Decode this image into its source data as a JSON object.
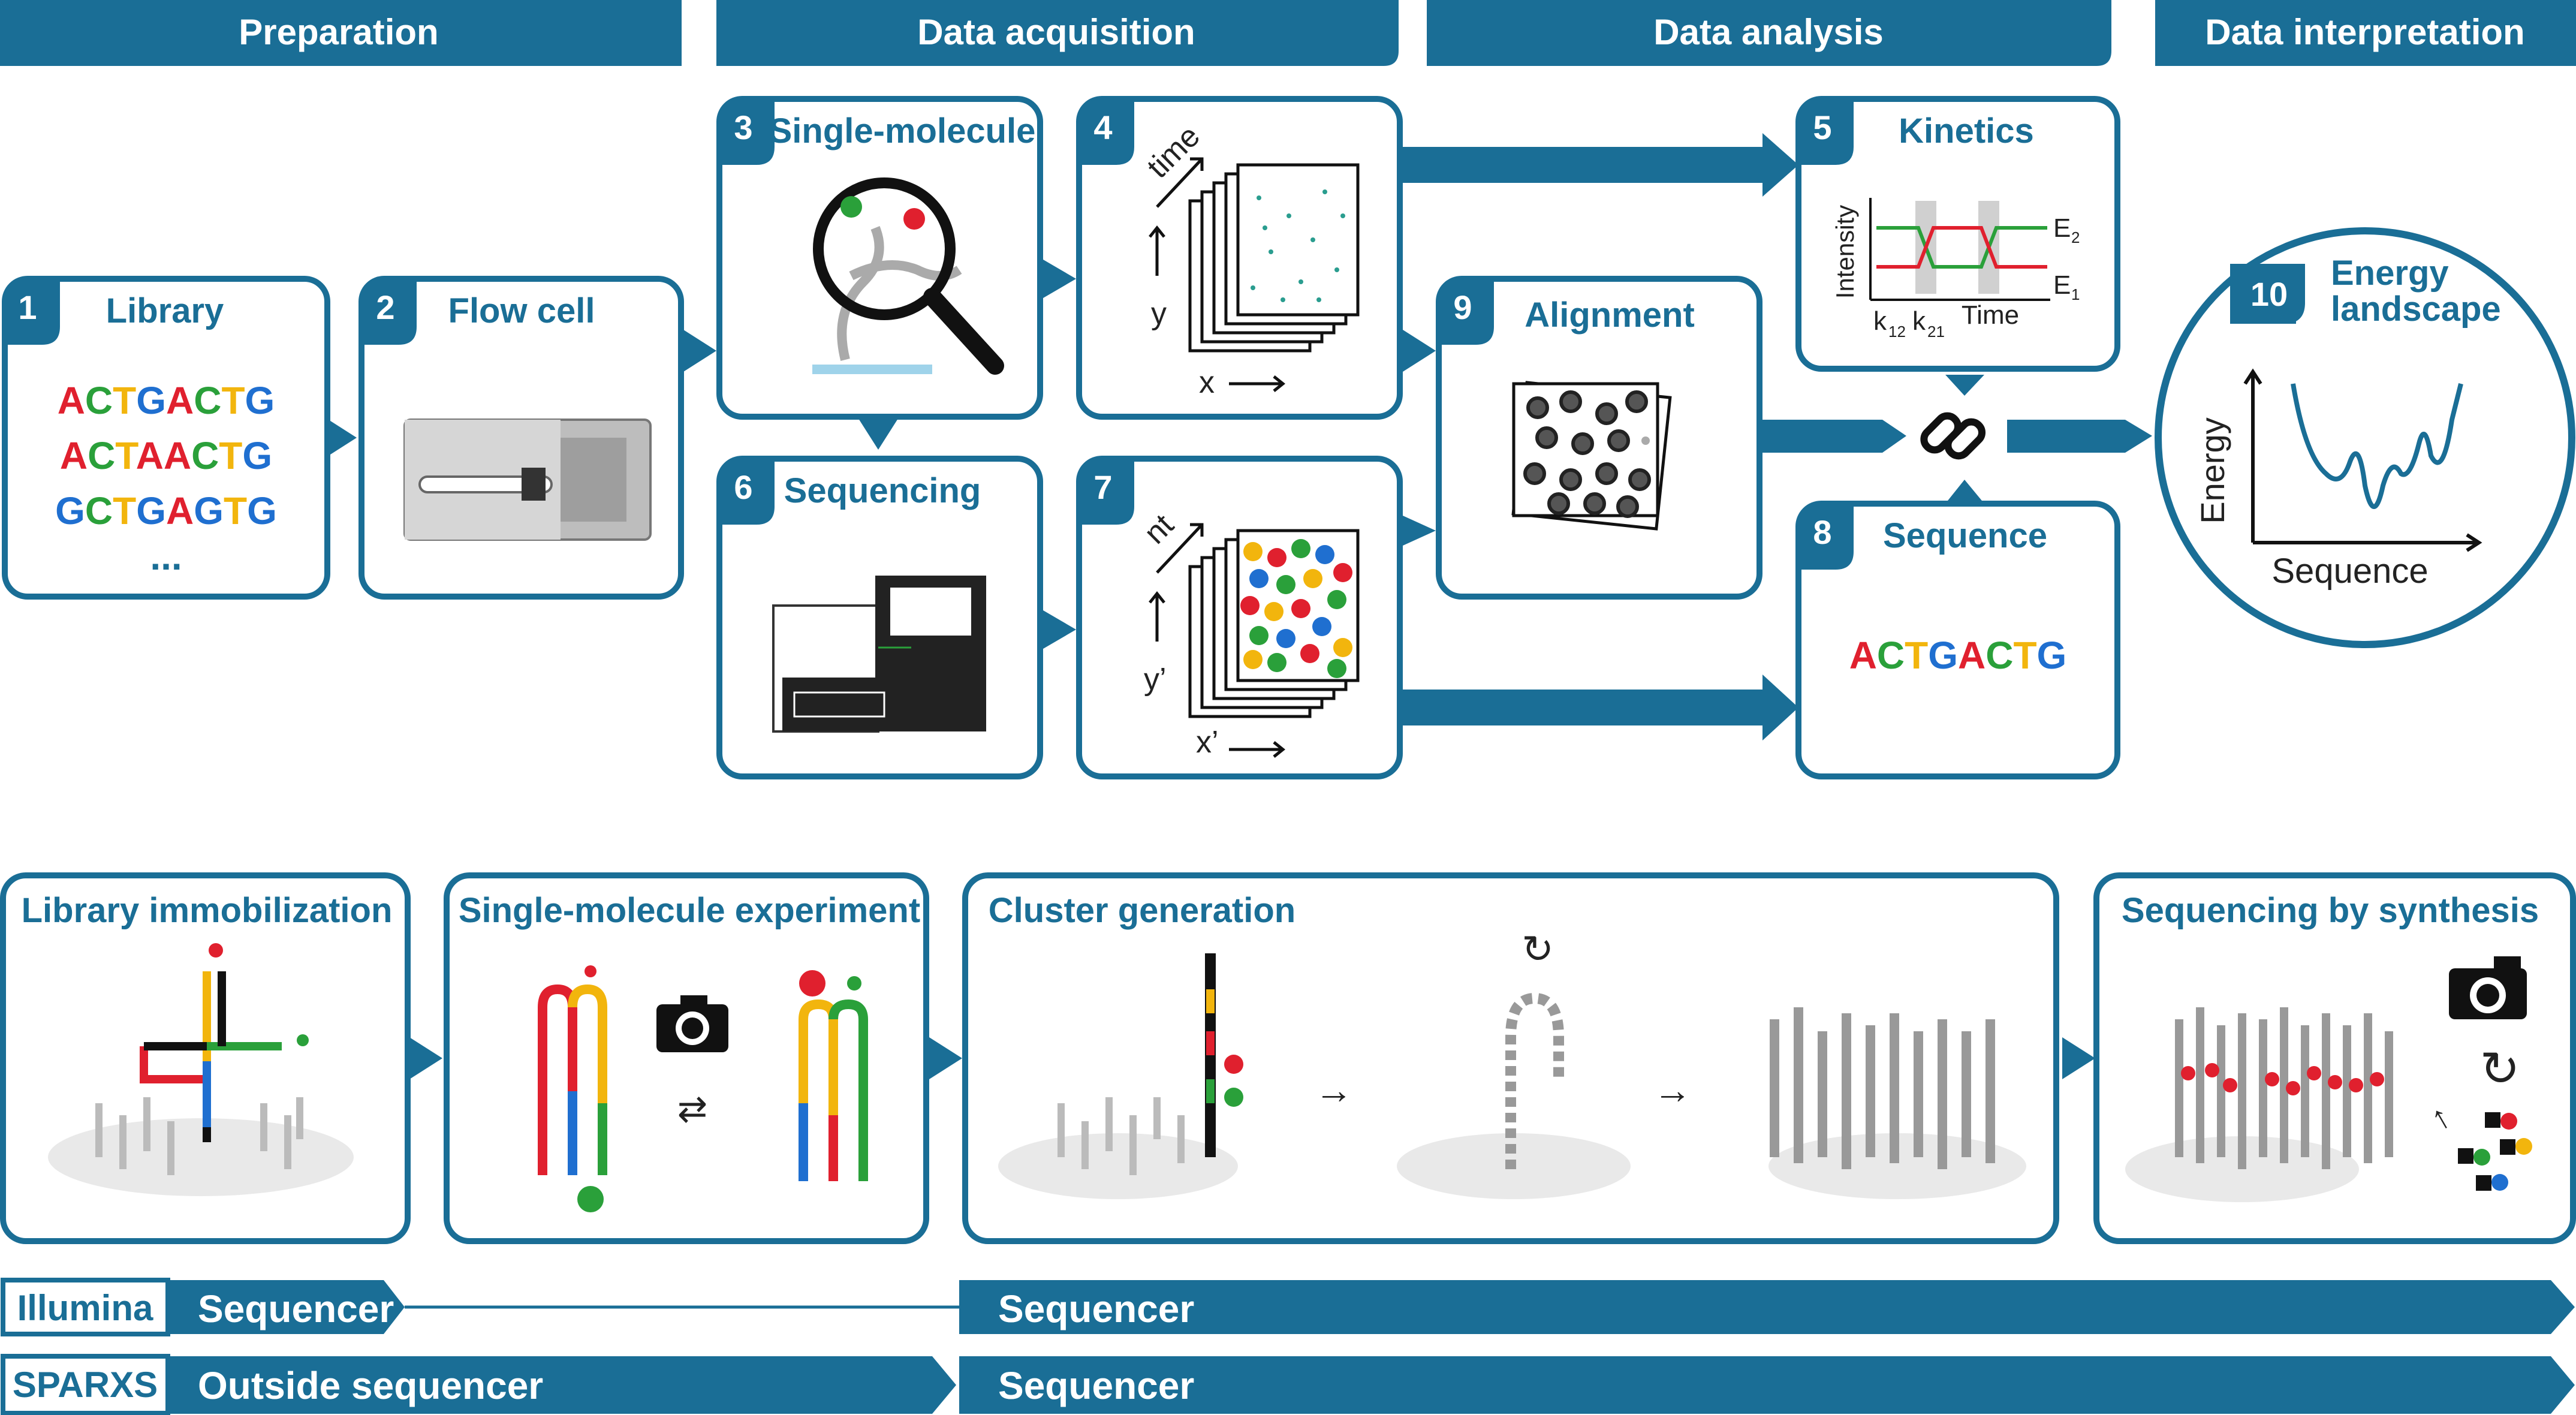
{
  "colors": {
    "primary": "#1a6e96",
    "A": "#e0202e",
    "C": "#2aa03a",
    "G": "#1f6fd0",
    "T": "#f2b50d"
  },
  "stages": [
    "Preparation",
    "Data acquisition",
    "Data analysis",
    "Data interpretation"
  ],
  "steps": {
    "s1": {
      "num": "1",
      "title": "Library",
      "lines": [
        "ACTGACTG",
        "ACTAACTG",
        "GCTGAGTG"
      ],
      "ellipsis": "..."
    },
    "s2": {
      "num": "2",
      "title": "Flow cell"
    },
    "s3": {
      "num": "3",
      "title": "Single-molecule"
    },
    "s4": {
      "num": "4",
      "axis_time": "time",
      "axis_y": "y",
      "axis_x": "x"
    },
    "s5": {
      "num": "5",
      "title": "Kinetics",
      "ylabel": "Intensity",
      "xlabel": "Time",
      "e2": "E",
      "e2_sub": "2",
      "e1": "E",
      "e1_sub": "1",
      "k12": "k",
      "k12_sub": "12",
      "k21": "k",
      "k21_sub": "21"
    },
    "s6": {
      "num": "6",
      "title": "Sequencing"
    },
    "s7": {
      "num": "7",
      "axis_nt": "nt",
      "axis_y": "y’",
      "axis_x": "x’"
    },
    "s8": {
      "num": "8",
      "title": "Sequence",
      "sequence": "ACTGACTG"
    },
    "s9": {
      "num": "9",
      "title": "Alignment"
    },
    "s10": {
      "num": "10",
      "title_line1": "Energy",
      "title_line2": "landscape",
      "ylabel": "Energy",
      "xlabel": "Sequence"
    }
  },
  "panels": [
    "Library immobilization",
    "Single-molecule experiment",
    "Cluster generation",
    "Sequencing by synthesis"
  ],
  "bars": [
    {
      "tag": "Illumina",
      "left": "Sequencer",
      "right": "Sequencer"
    },
    {
      "tag": "SPARXS",
      "left": "Outside sequencer",
      "right": "Sequencer"
    }
  ]
}
